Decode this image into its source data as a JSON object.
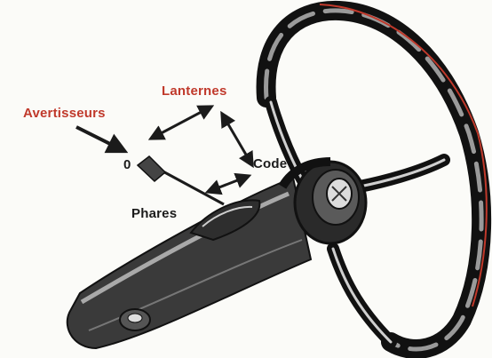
{
  "labels": {
    "avertisseurs": "Avertisseurs",
    "lanternes": "Lanternes",
    "code": "Code",
    "phares": "Phares",
    "zero": "0"
  },
  "colors": {
    "red_label": "#c0392b",
    "ink": "#1b1b1b",
    "paper": "#fbfbf8",
    "rim_accent": "#c0392b"
  }
}
